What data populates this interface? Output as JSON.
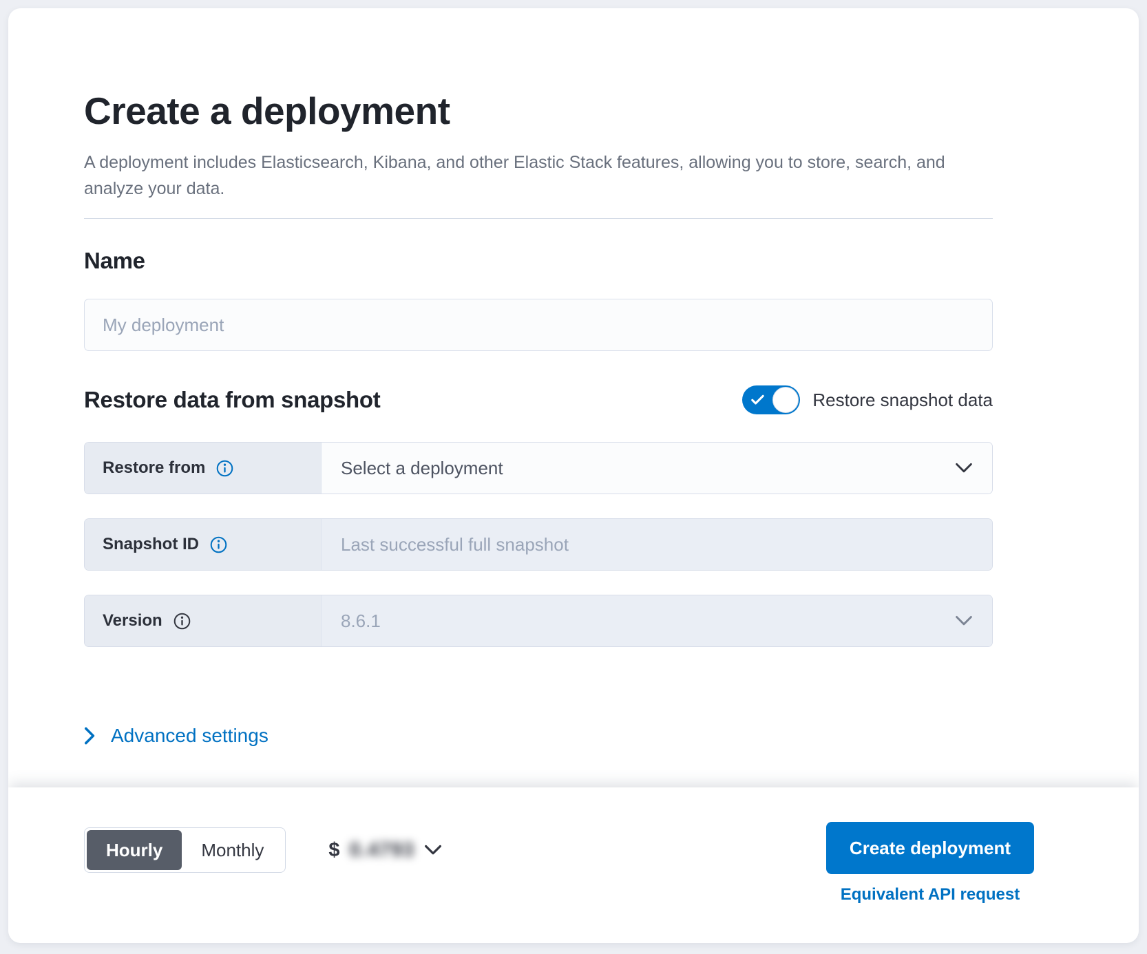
{
  "page": {
    "title": "Create a deployment",
    "subtitle": "A deployment includes Elasticsearch, Kibana, and other Elastic Stack features, allowing you to store, search, and analyze your data."
  },
  "name_section": {
    "heading": "Name",
    "input_placeholder": "My deployment"
  },
  "restore_section": {
    "heading": "Restore data from snapshot",
    "toggle_label": "Restore snapshot data",
    "toggle_on": true,
    "rows": [
      {
        "label": "Restore from",
        "value": "Select a deployment",
        "type": "select",
        "enabled": true
      },
      {
        "label": "Snapshot ID",
        "placeholder": "Last successful full snapshot",
        "type": "text",
        "enabled": false
      },
      {
        "label": "Version",
        "value": "8.6.1",
        "type": "select",
        "enabled": false
      }
    ]
  },
  "advanced_settings": {
    "label": "Advanced settings"
  },
  "footer": {
    "hourly_label": "Hourly",
    "monthly_label": "Monthly",
    "selected_billing": "Hourly",
    "price_currency": "$",
    "price_amount": "0.4793",
    "price_blurred": true,
    "create_button_label": "Create deployment",
    "api_link_label": "Equivalent API request"
  },
  "icons": {
    "info": "info-icon (circled i)",
    "chevron_down": "chevron-down-icon",
    "chevron_right": "chevron-right-icon",
    "checkmark": "checkmark-icon"
  },
  "colors": {
    "primary_blue": "#0077cc",
    "link_blue": "#0071c2",
    "page_background": "#edeff4",
    "card_background": "#ffffff",
    "heading_text": "#20242c",
    "body_gray": "#69707d",
    "label_cell_background": "#e7ebf2",
    "disabled_field_background": "#eaeef5",
    "placeholder_gray": "#9aa5b8",
    "selected_billing_background": "#575d68",
    "divider": "#d3dae6"
  }
}
